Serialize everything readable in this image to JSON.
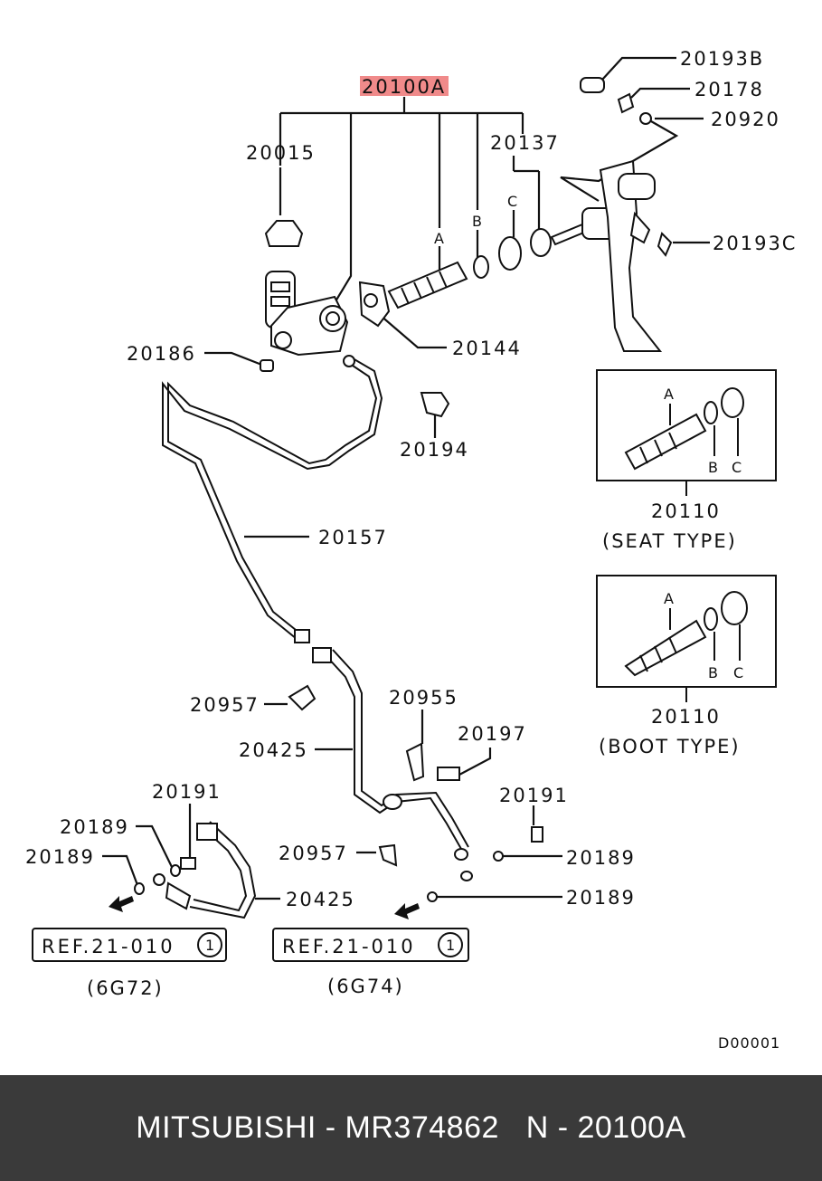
{
  "colors": {
    "highlight": "#f08a8a",
    "footer_bg": "#3a3a3a",
    "footer_text": "#ffffff",
    "line": "#111111"
  },
  "callouts": {
    "main": "20100A",
    "c20015": "20015",
    "c20137": "20137",
    "c20193B": "20193B",
    "c20178": "20178",
    "c20920": "20920",
    "c20193C": "20193C",
    "c20144": "20144",
    "c20186": "20186",
    "c20194": "20194",
    "c20157": "20157",
    "c20957a": "20957",
    "c20955": "20955",
    "c20425a": "20425",
    "c20197": "20197",
    "c20191a": "20191",
    "c20191b": "20191",
    "c20189a": "20189",
    "c20189b": "20189",
    "c20189c": "20189",
    "c20189d": "20189",
    "c20957b": "20957",
    "c20425b": "20425"
  },
  "letters": {
    "a": "A",
    "b": "B",
    "c": "C"
  },
  "inset_seat": {
    "part": "20110",
    "type": "(SEAT TYPE)"
  },
  "inset_boot": {
    "part": "20110",
    "type": "(BOOT TYPE)"
  },
  "refs": [
    {
      "text": "REF.21-010",
      "circle": "1",
      "engine": "(6G72)"
    },
    {
      "text": "REF.21-010",
      "circle": "1",
      "engine": "(6G74)"
    }
  ],
  "diagram_code": "D00001",
  "footer": {
    "text": "MITSUBISHI - MR374862   N - 20100A"
  }
}
